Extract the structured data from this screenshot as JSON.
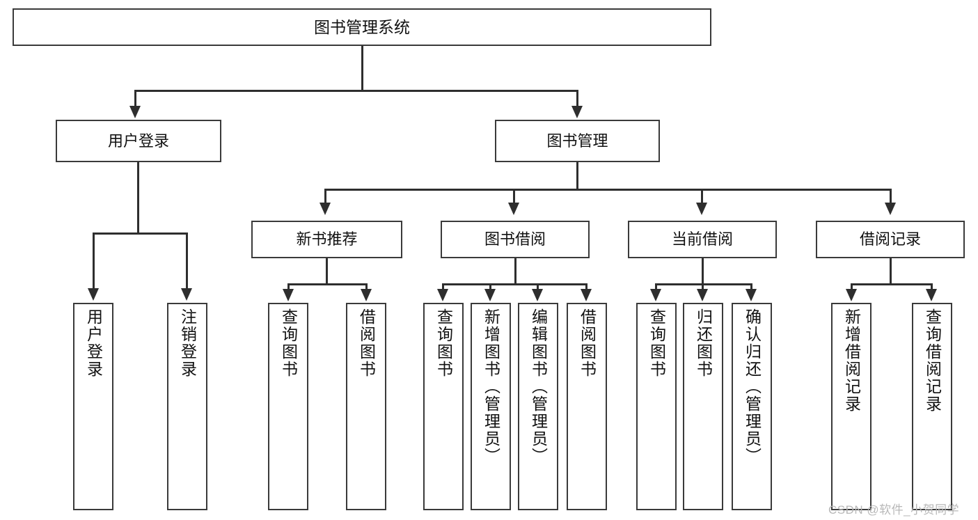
{
  "diagram": {
    "title": "图书管理系统",
    "type": "tree-hierarchy-chart",
    "levels": {
      "root": {
        "label": "图书管理系统"
      },
      "level1": [
        {
          "label": "用户登录"
        },
        {
          "label": "图书管理"
        }
      ],
      "level2": [
        {
          "label": "新书推荐"
        },
        {
          "label": "图书借阅"
        },
        {
          "label": "当前借阅"
        },
        {
          "label": "借阅记录"
        }
      ],
      "leaves": {
        "user_login": [
          {
            "label": "用户登录"
          },
          {
            "label": "注销登录"
          }
        ],
        "new_book_recommend": [
          {
            "label": "查询图书"
          },
          {
            "label": "借阅图书"
          }
        ],
        "book_borrow": [
          {
            "label": "查询图书"
          },
          {
            "label": "新增图书（管理员）"
          },
          {
            "label": "编辑图书（管理员）"
          },
          {
            "label": "借阅图书"
          }
        ],
        "current_borrow": [
          {
            "label": "查询图书"
          },
          {
            "label": "归还图书"
          },
          {
            "label": "确认归还（管理员）"
          }
        ],
        "borrow_record": [
          {
            "label": "新增借阅记录"
          },
          {
            "label": "查询借阅记录"
          }
        ]
      }
    },
    "watermark": "CSDN @软件_小贺同学",
    "colors": {
      "box_border": "#3a3a3a",
      "connector": "#2e2e2e",
      "background": "#ffffff",
      "text": "#111111",
      "watermark": "#b8b8b8"
    }
  }
}
